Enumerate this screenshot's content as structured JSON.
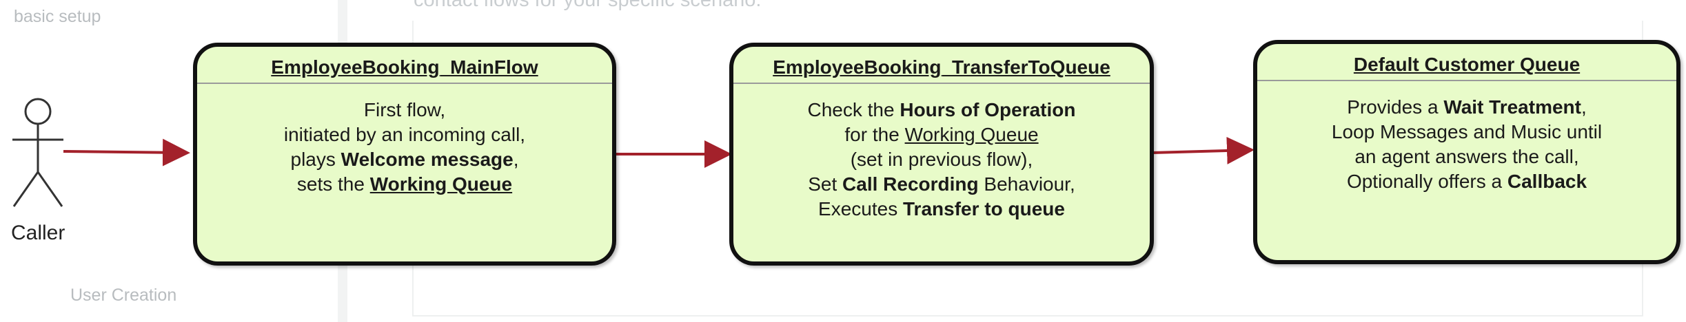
{
  "sidebar": {
    "top_link": "basic setup",
    "bottom_link": "User Creation"
  },
  "intro": {
    "text": "contact flows for your specific scenario."
  },
  "caller": {
    "label": "Caller"
  },
  "flows": [
    {
      "title": "EmployeeBooking_MainFlow",
      "lines": [
        [
          {
            "t": "First flow,",
            "s": ""
          }
        ],
        [
          {
            "t": "initiated by an incoming call,",
            "s": ""
          }
        ],
        [
          {
            "t": "plays ",
            "s": ""
          },
          {
            "t": "Welcome message",
            "s": "b"
          },
          {
            "t": ",",
            "s": ""
          }
        ],
        [
          {
            "t": "sets the ",
            "s": ""
          },
          {
            "t": "Working Queue",
            "s": "b u"
          }
        ]
      ]
    },
    {
      "title": "EmployeeBooking_TransferToQueue",
      "lines": [
        [
          {
            "t": "Check the ",
            "s": ""
          },
          {
            "t": "Hours of Operation",
            "s": "b"
          }
        ],
        [
          {
            "t": "for the ",
            "s": ""
          },
          {
            "t": "Working Queue",
            "s": "u"
          }
        ],
        [
          {
            "t": "(set in previous flow),",
            "s": ""
          }
        ],
        [
          {
            "t": "Set ",
            "s": ""
          },
          {
            "t": "Call Recording",
            "s": "b"
          },
          {
            "t": " Behaviour,",
            "s": ""
          }
        ],
        [
          {
            "t": "Executes ",
            "s": ""
          },
          {
            "t": "Transfer to queue",
            "s": "b"
          }
        ]
      ]
    },
    {
      "title": "Default Customer Queue",
      "lines": [
        [
          {
            "t": "Provides a ",
            "s": ""
          },
          {
            "t": "Wait Treatment",
            "s": "b"
          },
          {
            "t": ",",
            "s": ""
          }
        ],
        [
          {
            "t": "Loop Messages and Music until",
            "s": ""
          }
        ],
        [
          {
            "t": "an agent answers the call,",
            "s": ""
          }
        ],
        [
          {
            "t": "Optionally offers a ",
            "s": ""
          },
          {
            "t": "Callback",
            "s": "b"
          }
        ]
      ]
    }
  ],
  "colors": {
    "box_fill": "#e8fbc9",
    "box_border": "#111111",
    "arrow": "#a3212b",
    "muted_text": "#b8bcbf"
  }
}
